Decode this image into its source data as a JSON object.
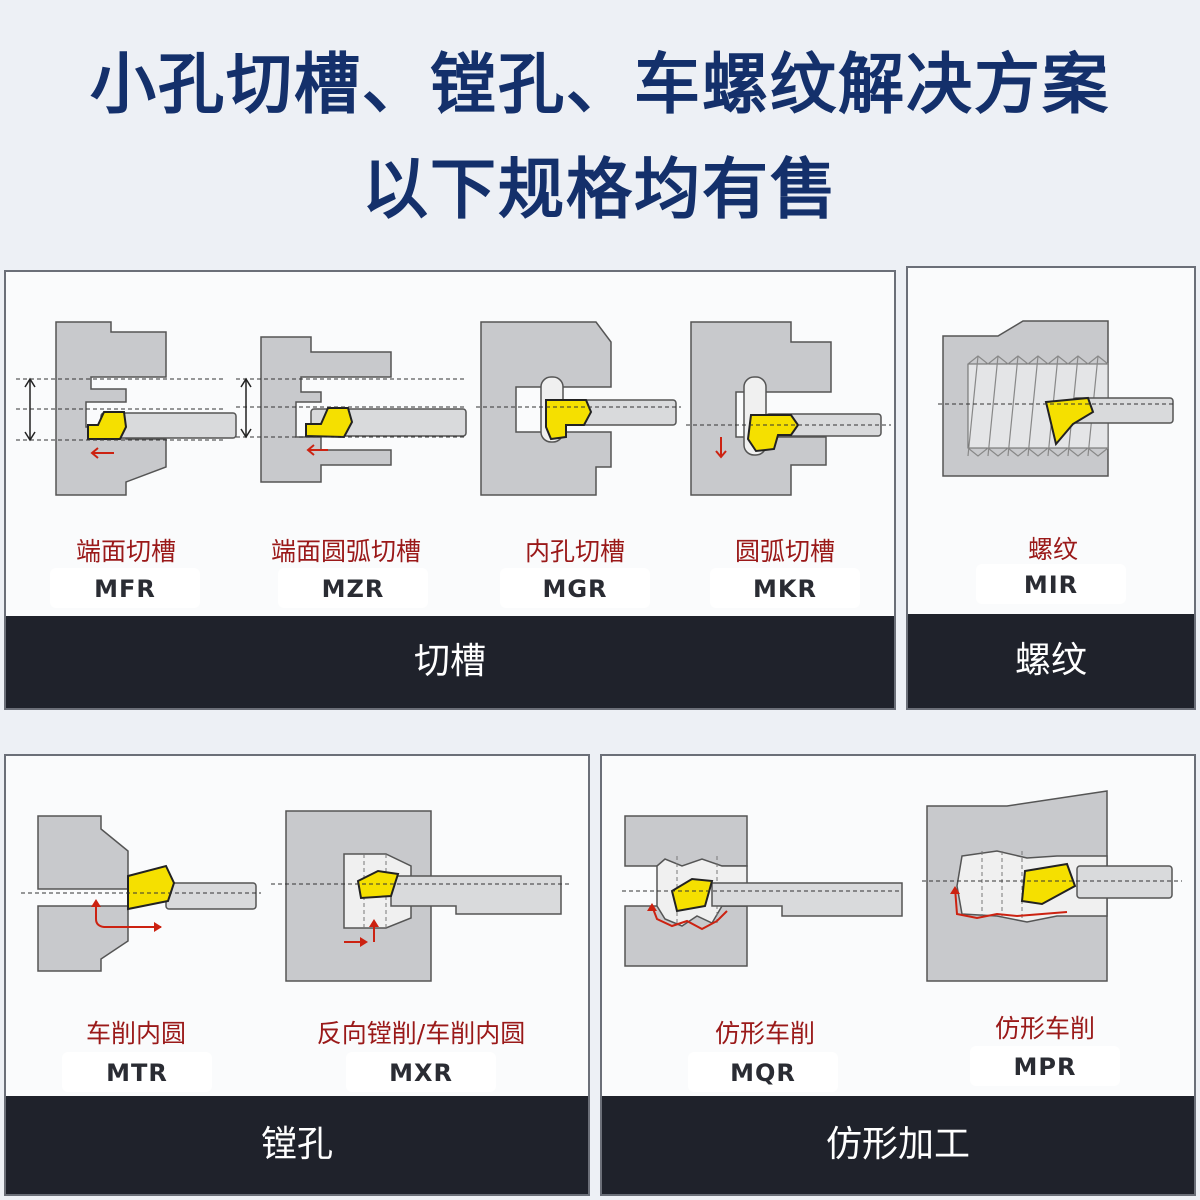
{
  "header": {
    "title_line1": "小孔切槽、镗孔、车螺纹解决方案",
    "title_line2": "以下规格均有售"
  },
  "colors": {
    "title": "#14306b",
    "label_red": "#9a1919",
    "insert_yellow": "#f5e000",
    "bar_dark": "#1f222b",
    "part_gray": "#c8c9cc"
  },
  "panels": {
    "grooving": {
      "label": "切槽",
      "items": [
        {
          "name": "端面切槽",
          "code": "MFR"
        },
        {
          "name": "端面圆弧切槽",
          "code": "MZR"
        },
        {
          "name": "内孔切槽",
          "code": "MGR"
        },
        {
          "name": "圆弧切槽",
          "code": "MKR"
        }
      ]
    },
    "thread": {
      "label": "螺纹",
      "items": [
        {
          "name": "螺纹",
          "code": "MIR"
        }
      ]
    },
    "boring": {
      "label": "镗孔",
      "items": [
        {
          "name": "车削内圆",
          "code": "MTR"
        },
        {
          "name": "反向镗削/车削内圆",
          "code": "MXR"
        }
      ]
    },
    "profiling": {
      "label": "仿形加工",
      "items": [
        {
          "name": "仿形车削",
          "code": "MQR"
        },
        {
          "name": "仿形车削",
          "code": "MPR"
        }
      ]
    }
  }
}
